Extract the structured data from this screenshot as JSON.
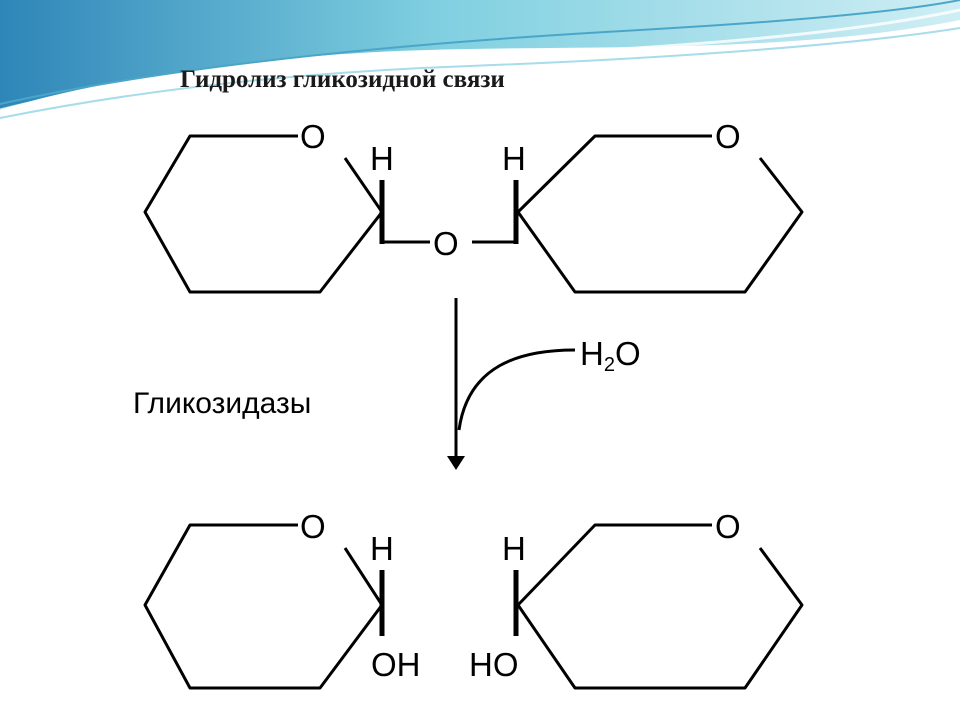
{
  "slide": {
    "title": "Гидролиз гликозидной связи",
    "enzyme_label": "Гликозидазы",
    "reagent": {
      "main": "H",
      "subscript": "2",
      "tail": "O"
    }
  },
  "reactant": {
    "left_ring_oxygen": "O",
    "right_ring_oxygen": "O",
    "left_hydrogen": "H",
    "right_hydrogen": "H",
    "bridge_oxygen": "O"
  },
  "product": {
    "left_ring_oxygen": "O",
    "right_ring_oxygen": "O",
    "left_hydrogen": "H",
    "right_hydrogen": "H",
    "left_hydroxyl": "OH",
    "right_hydroxyl": "HO"
  },
  "colors": {
    "banner_light": "#cfeef4",
    "banner_mid": "#7fcfe0",
    "banner_dark": "#2e86b8",
    "text": "#000000"
  }
}
